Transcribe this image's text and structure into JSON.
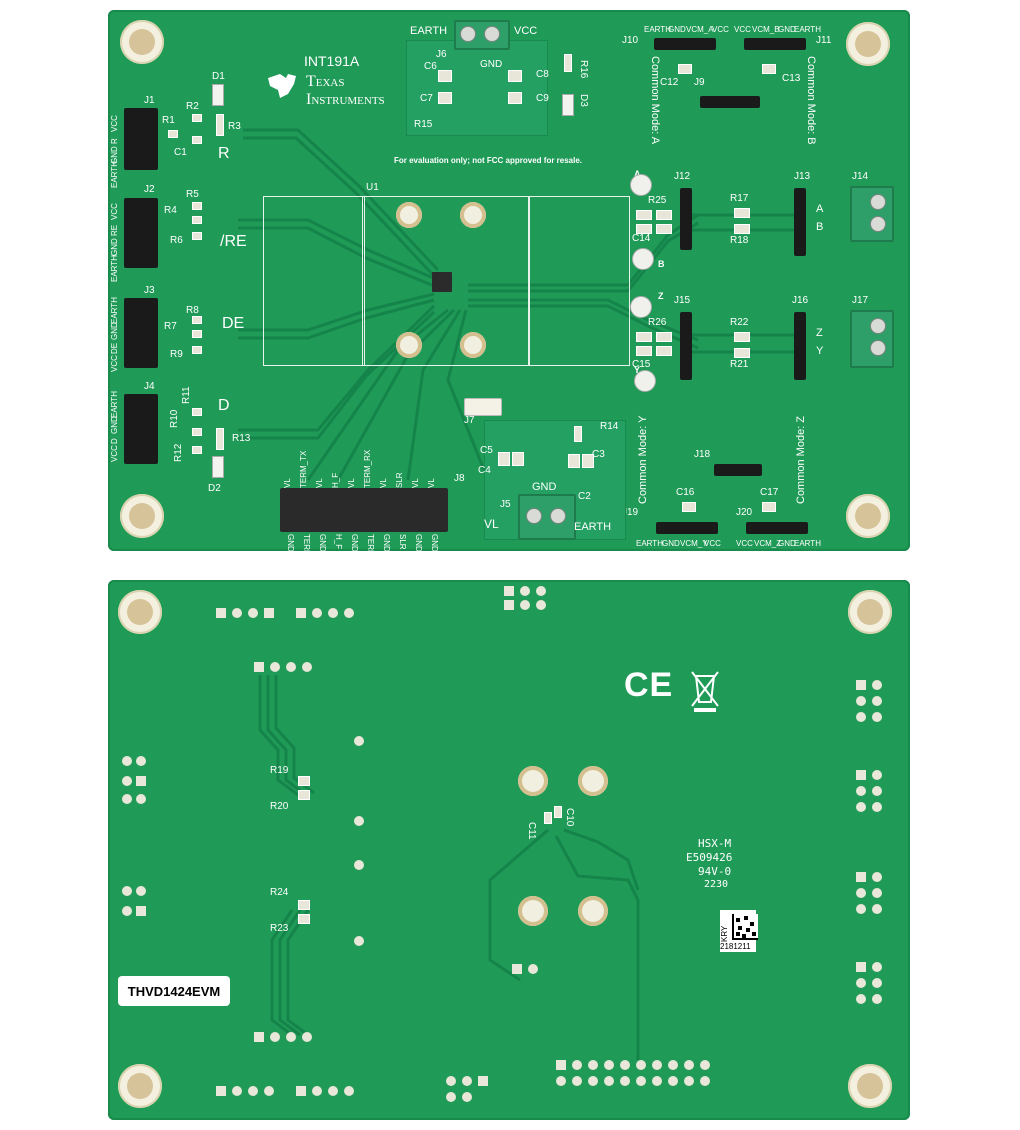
{
  "top_board": {
    "part_code": "INT191A",
    "brand_line1": "Texas",
    "brand_line2": "Instruments",
    "disclaimer": "For evaluation only; not FCC approved for resale.",
    "signal_labels": [
      "R",
      "/RE",
      "DE",
      "D"
    ],
    "left_headers": [
      {
        "ref": "J1",
        "pins": [
          "VCC",
          "R",
          "GND",
          "EARTH"
        ],
        "resistors": [
          "R1",
          "R2",
          "R3"
        ],
        "cap": "C1"
      },
      {
        "ref": "J2",
        "pins": [
          "VCC",
          "RE",
          "GND",
          "EARTH"
        ],
        "resistors": [
          "R4",
          "R5",
          "R6"
        ]
      },
      {
        "ref": "J3",
        "pins": [
          "EARTH",
          "GND",
          "DE",
          "VCC"
        ],
        "resistors": [
          "R7",
          "R8",
          "R9"
        ]
      },
      {
        "ref": "J4",
        "pins": [
          "EARTH",
          "GND",
          "D",
          "VCC"
        ],
        "resistors": [
          "R10",
          "R11",
          "R12",
          "R13"
        ]
      }
    ],
    "diodes": [
      "D1",
      "D2",
      "D3"
    ],
    "u1": "U1",
    "power_block": {
      "ref": "J6",
      "earth": "EARTH",
      "vcc": "VCC",
      "gnd": "GND",
      "caps": [
        "C6",
        "C7",
        "C8",
        "C9"
      ],
      "resistors": [
        "R15",
        "R16"
      ]
    },
    "j10": {
      "ref": "J10",
      "pins": [
        "EARTH",
        "GND",
        "VCM_A",
        "VCC"
      ]
    },
    "j11": {
      "ref": "J11",
      "pins": [
        "VCC",
        "VCM_B",
        "GND",
        "EARTH"
      ]
    },
    "j9": "J9",
    "c12": "C12",
    "c13": "C13",
    "common_mode_a": "Common Mode: A",
    "common_mode_b": "Common Mode: B",
    "common_mode_y": "Common Mode: Y",
    "common_mode_z": "Common Mode: Z",
    "bus_top": {
      "headers": [
        "J12",
        "J13",
        "J14"
      ],
      "r": [
        "R25",
        "R17",
        "R18"
      ],
      "c": "C14",
      "labels": [
        "A",
        "B"
      ]
    },
    "bus_bottom": {
      "headers": [
        "J15",
        "J16",
        "J17"
      ],
      "r": [
        "R26",
        "R22",
        "R21"
      ],
      "c": "C15",
      "labels": [
        "Z",
        "Y"
      ]
    },
    "j18": "J18",
    "c16": "C16",
    "c17": "C17",
    "j19": {
      "ref": "J19",
      "pins": [
        "EARTH",
        "GND",
        "VCM_Y",
        "VCC"
      ]
    },
    "j20": {
      "ref": "J20",
      "pins": [
        "VCC",
        "VCM_Z",
        "GND",
        "EARTH"
      ]
    },
    "j7": "J7",
    "j8": {
      "ref": "J8",
      "top_pins": [
        "VL",
        "TERM_TX",
        "VL",
        "H_F",
        "VL",
        "TERM_RX",
        "VL",
        "SLR",
        "VL",
        "VL"
      ],
      "bottom_pins": [
        "GND",
        "TERM_TX",
        "GND",
        "H_F",
        "GND",
        "TERM_RX",
        "GND",
        "SLR",
        "GND",
        "GND"
      ]
    },
    "vl_block": {
      "ref": "J5",
      "gnd": "GND",
      "earth": "EARTH",
      "vl": "VL",
      "caps": [
        "C2",
        "C3",
        "C4",
        "C5"
      ],
      "r": "R14"
    }
  },
  "bottom_board": {
    "board_label": "THVD1424EVM",
    "ce_mark": "CE",
    "resistors": [
      "R19",
      "R20",
      "R24",
      "R23"
    ],
    "caps": [
      "C10",
      "C11"
    ],
    "hsx": "HSX-M",
    "lot": "E509426",
    "ul": "94V-0",
    "date": "2230",
    "qr_code": "KRY",
    "qr_number": "2181211"
  },
  "colors": {
    "board": "#1f9a57",
    "silk": "#ffffff",
    "pad": "#d6c39a",
    "header": "#1a1a1a"
  }
}
